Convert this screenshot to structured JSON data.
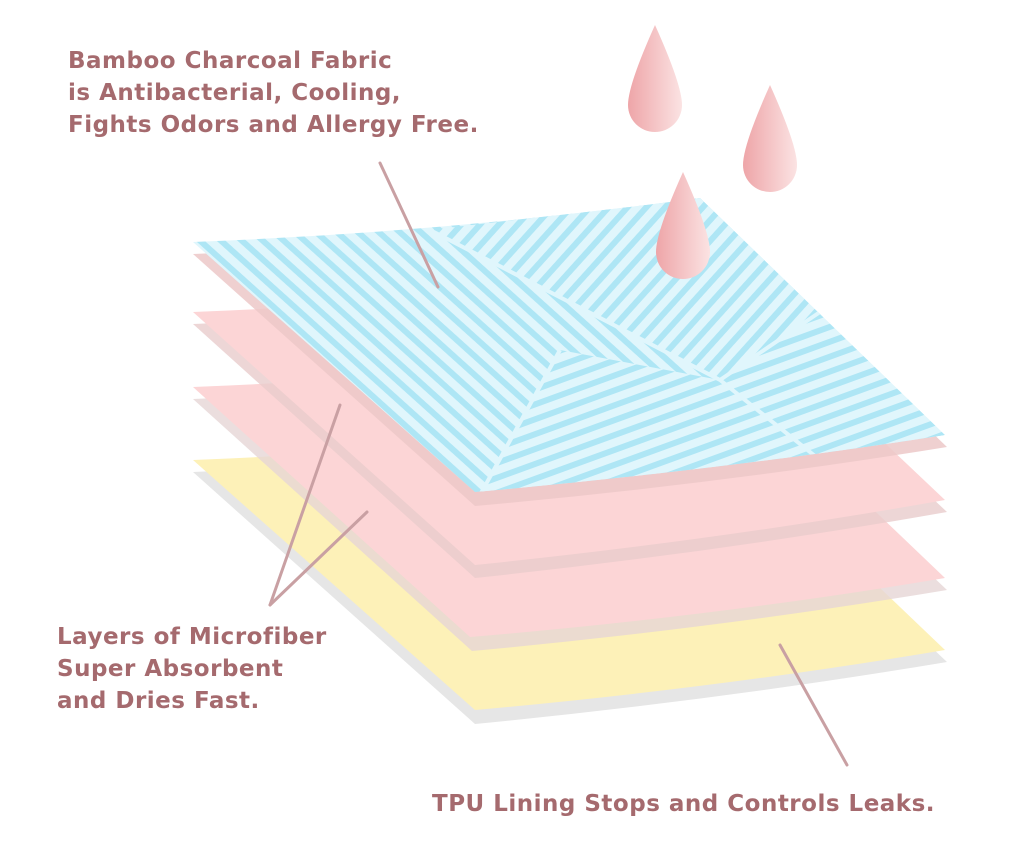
{
  "labels": {
    "top_layer": [
      "Bamboo Charcoal Fabric",
      "is Antibacterial, Cooling,",
      "Fights Odors and Allergy Free."
    ],
    "middle_layers": [
      "Layers of Microfiber",
      "Super Absorbent",
      "and Dries Fast."
    ],
    "bottom_layer": "TPU Lining Stops and Controls Leaks."
  },
  "colors": {
    "text": "#a56a6e",
    "leader_line": "#c9a0a3",
    "bamboo_layer": "#e0f6fc",
    "bamboo_stripe": "#aee6f5",
    "microfiber_layer": "#fcd5d6",
    "tpu_layer": "#fdf1b8",
    "shadow": "#e6e6e6",
    "drop": "#f2b5b5"
  }
}
